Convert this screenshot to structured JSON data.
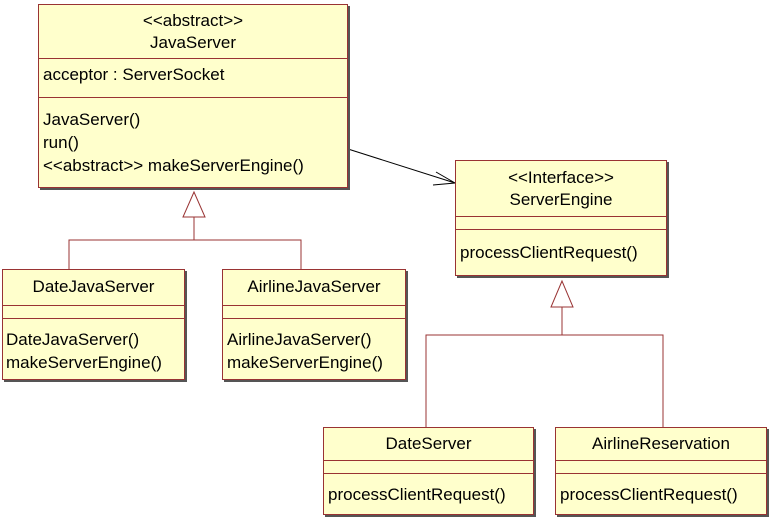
{
  "diagram": {
    "classes": {
      "java_server": {
        "stereotype": "<<abstract>>",
        "name": "JavaServer",
        "attributes": [
          "acceptor : ServerSocket"
        ],
        "operations": [
          "JavaServer()",
          "run()",
          "<<abstract>> makeServerEngine()"
        ]
      },
      "server_engine": {
        "stereotype": "<<Interface>>",
        "name": "ServerEngine",
        "operations": [
          "processClientRequest()"
        ]
      },
      "date_java_server": {
        "name": "DateJavaServer",
        "operations": [
          "DateJavaServer()",
          "makeServerEngine()"
        ]
      },
      "airline_java_server": {
        "name": "AirlineJavaServer",
        "operations": [
          "AirlineJavaServer()",
          "makeServerEngine()"
        ]
      },
      "date_server": {
        "name": "DateServer",
        "operations": [
          "processClientRequest()"
        ]
      },
      "airline_reservation": {
        "name": "AirlineReservation",
        "operations": [
          "processClientRequest()"
        ]
      }
    },
    "colors": {
      "class_fill": "#ffffcc",
      "class_border": "#993333",
      "shadow": "#555555",
      "connector": "#993333",
      "association": "#000000"
    }
  }
}
